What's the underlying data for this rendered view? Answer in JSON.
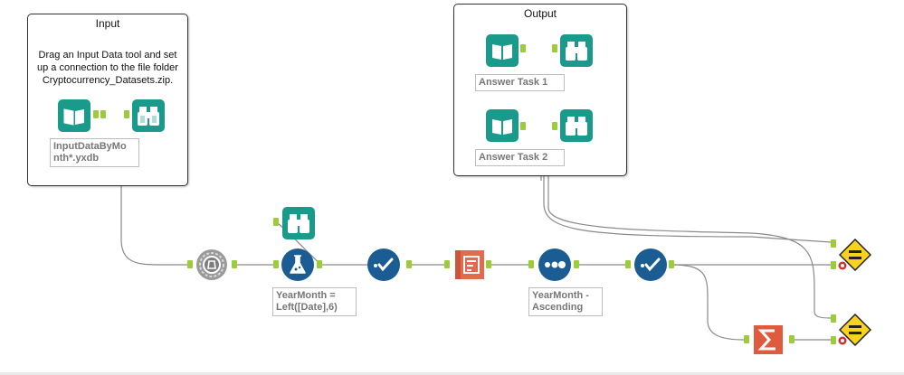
{
  "canvas": {
    "background": "#ffffff"
  },
  "colors": {
    "input_green": "#1a9a8b",
    "browse_green": "#1a9a8b",
    "blue_tool": "#1b5c93",
    "orange_tool": "#e36b4d",
    "summarize_orange": "#e05a3d",
    "test_yellow": "#f8d21e",
    "anchor_green": "#9ccc3c",
    "connection": "#8a8a8a"
  },
  "containers": {
    "input": {
      "title": "Input",
      "comment": "Drag an Input Data tool and set up a connection to the file folder Cryptocurrency_Datasets.zip."
    },
    "output": {
      "title": "Output"
    }
  },
  "tools": {
    "input_data_1": {
      "icon": "input-data-icon",
      "annotation": "InputDataByMo\nnth*.yxdb"
    },
    "browse_1": {
      "icon": "browse-icon"
    },
    "output_input_1": {
      "icon": "input-data-icon",
      "annotation": "Answer Task 1"
    },
    "output_browse_1": {
      "icon": "browse-icon"
    },
    "output_input_2": {
      "icon": "input-data-icon",
      "annotation": "Answer Task 2"
    },
    "output_browse_2": {
      "icon": "browse-icon"
    },
    "autofield": {
      "icon": "autofield-icon"
    },
    "formula": {
      "icon": "formula-icon",
      "annotation": "YearMonth =\nLeft([Date],6)"
    },
    "formula_browse": {
      "icon": "browse-icon"
    },
    "select_1": {
      "icon": "select-icon"
    },
    "dynamic_rename": {
      "icon": "dynamic-rename-icon"
    },
    "sort": {
      "icon": "sort-icon",
      "annotation": "YearMonth -\nAscending"
    },
    "select_2": {
      "icon": "select-icon"
    },
    "summarize": {
      "icon": "summarize-icon"
    },
    "test_1": {
      "icon": "test-equals-icon"
    },
    "test_2": {
      "icon": "test-equals-icon"
    }
  }
}
